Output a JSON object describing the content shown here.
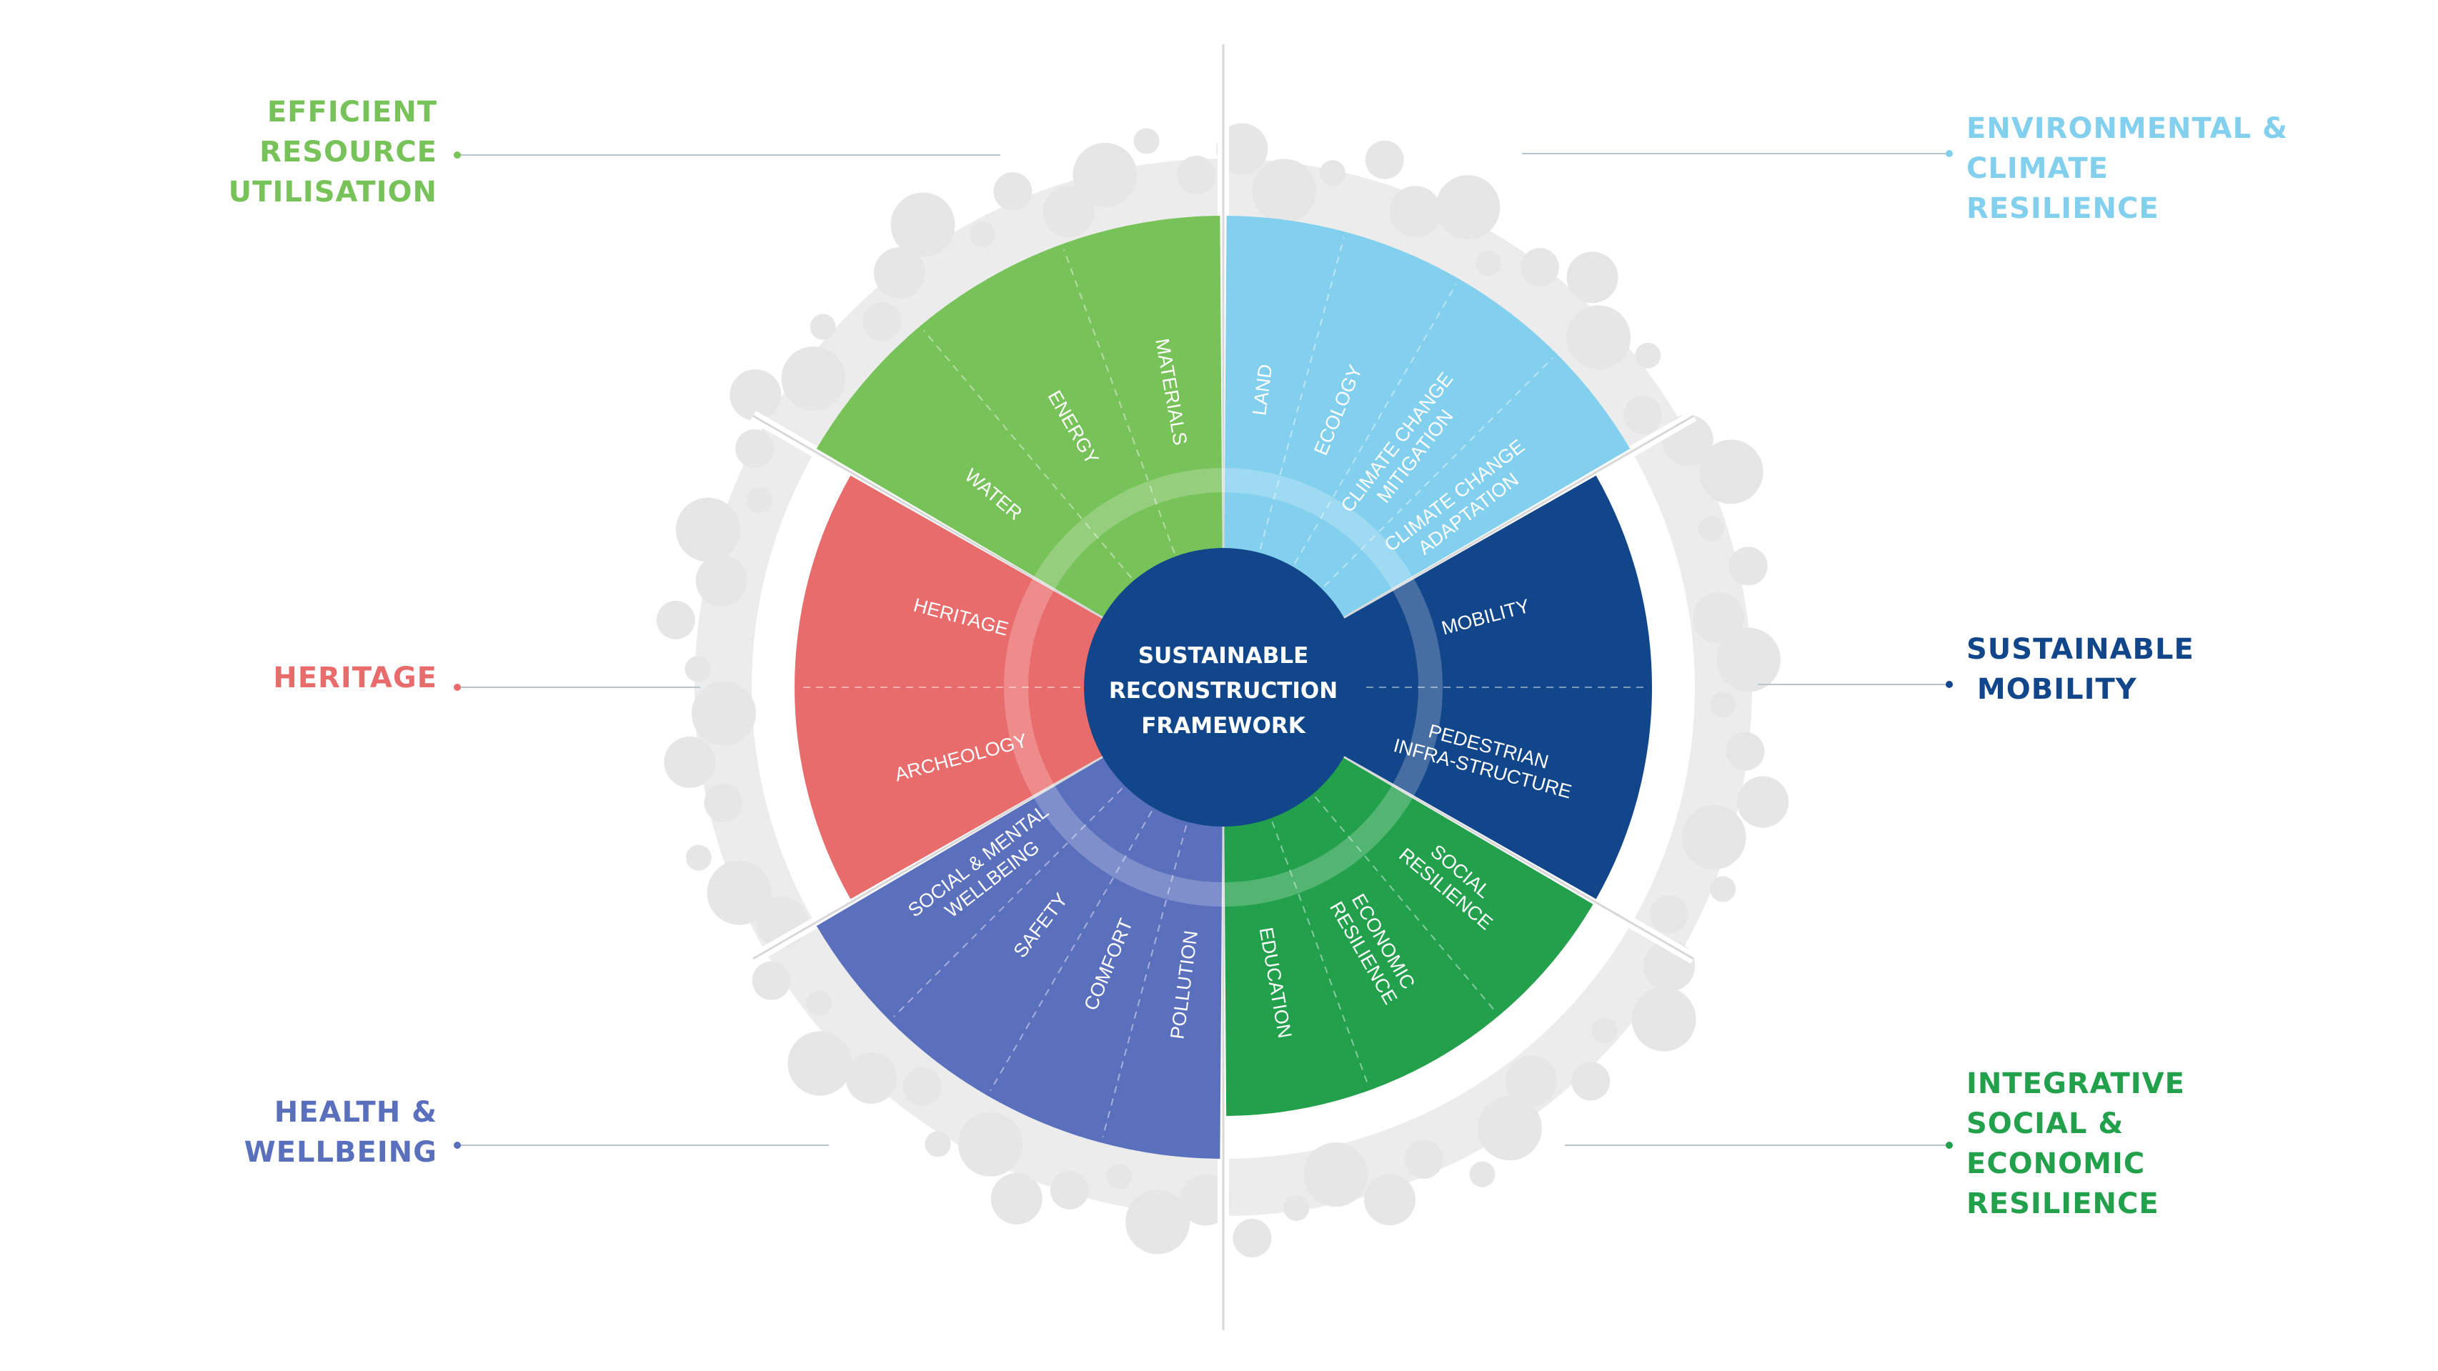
{
  "center": {
    "lines": [
      "SUSTAINABLE",
      "RECONSTRUCTION",
      "FRAMEWORK"
    ],
    "color": "#12468a"
  },
  "colors": {
    "efficient": "#78c25a",
    "environment": "#83d0ee",
    "mobility": "#12468a",
    "integrative": "#22a04b",
    "health": "#5b70bd",
    "heritage": "#e96c6c",
    "ring": "#ffffff",
    "leader": "#b8c4cc",
    "silhouette": "#ededed"
  },
  "categories": [
    {
      "id": "efficient",
      "lines": [
        "EFFICIENT",
        "RESOURCE",
        "UTILISATION"
      ],
      "align": "right",
      "color": "#78c25a"
    },
    {
      "id": "environment",
      "lines": [
        "ENVIRONMENTAL &",
        "CLIMATE",
        "RESILIENCE"
      ],
      "align": "left",
      "color": "#83d0ee"
    },
    {
      "id": "heritage",
      "lines": [
        "HERITAGE"
      ],
      "align": "right",
      "color": "#e96c6c"
    },
    {
      "id": "mobility",
      "lines": [
        "SUSTAINABLE",
        " MOBILITY"
      ],
      "align": "left",
      "color": "#12468a"
    },
    {
      "id": "health",
      "lines": [
        "HEALTH &",
        "WELLBEING"
      ],
      "align": "right",
      "color": "#5b70bd"
    },
    {
      "id": "integrative",
      "lines": [
        "INTEGRATIVE",
        "SOCIAL &",
        "ECONOMIC",
        "RESILIENCE"
      ],
      "align": "left",
      "color": "#22a04b"
    }
  ],
  "segments": {
    "efficient": [
      [
        "WATER"
      ],
      [
        "ENERGY"
      ],
      [
        "MATERIALS"
      ]
    ],
    "environment": [
      [
        "LAND"
      ],
      [
        "ECOLOGY"
      ],
      [
        "CLIMATE CHANGE",
        "MITIGATION"
      ],
      [
        "CLIMATE CHANGE",
        "ADAPTATION"
      ]
    ],
    "mobility": [
      [
        "MOBILITY"
      ],
      [
        "PEDESTRIAN",
        "INFRA-STRUCTURE"
      ]
    ],
    "integrative": [
      [
        "SOCIAL",
        "RESILIENCE"
      ],
      [
        "ECONOMIC",
        "RESILIENCE"
      ],
      [
        "EDUCATION"
      ]
    ],
    "health": [
      [
        "POLLUTION"
      ],
      [
        "COMFORT"
      ],
      [
        "SAFETY"
      ],
      [
        "SOCIAL & MENTAL",
        "WELLBEING"
      ]
    ],
    "heritage": [
      [
        "ARCHEOLOGY"
      ],
      [
        "HERITAGE"
      ]
    ]
  }
}
